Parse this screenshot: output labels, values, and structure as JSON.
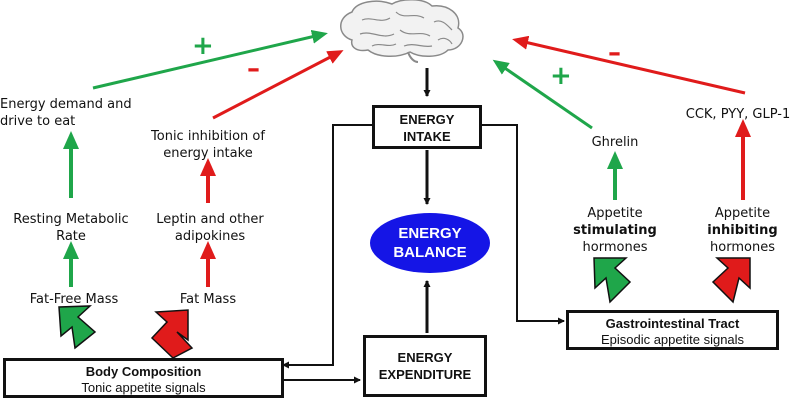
{
  "colors": {
    "green": "#1fa64a",
    "red": "#e01b1b",
    "blue": "#1515e6",
    "black": "#111111"
  },
  "icons": {
    "brain": "brain-icon"
  },
  "signs": {
    "plus": "+",
    "minus": "–"
  },
  "nodes": {
    "energy_intake": {
      "line1": "ENERGY",
      "line2": "INTAKE"
    },
    "energy_balance": {
      "line1": "ENERGY",
      "line2": "BALANCE"
    },
    "energy_expenditure": {
      "line1": "ENERGY",
      "line2": "EXPENDITURE"
    },
    "body_composition": {
      "title": "Body Composition",
      "subtitle": "Tonic appetite signals"
    },
    "gastrointestinal": {
      "title": "Gastrointestinal Tract",
      "subtitle": "Episodic appetite signals"
    },
    "energy_demand": {
      "line1": "Energy demand and",
      "line2": "drive to eat"
    },
    "tonic_inhibition": {
      "line1": "Tonic inhibition of",
      "line2": "energy intake"
    },
    "rmr": {
      "line1": "Resting Metabolic",
      "line2": "Rate"
    },
    "leptin": {
      "line1": "Leptin and other",
      "line2": "adipokines"
    },
    "fat_free_mass": {
      "text": "Fat-Free Mass"
    },
    "fat_mass": {
      "text": "Fat Mass"
    },
    "ghrelin": {
      "text": "Ghrelin"
    },
    "cck": {
      "text": "CCK, PYY, GLP-1"
    },
    "appetite_stimulating": {
      "line1": "Appetite",
      "line2": "stimulating",
      "line3": "hormones"
    },
    "appetite_inhibiting": {
      "line1": "Appetite",
      "line2": "inhibiting",
      "line3": "hormones"
    }
  }
}
